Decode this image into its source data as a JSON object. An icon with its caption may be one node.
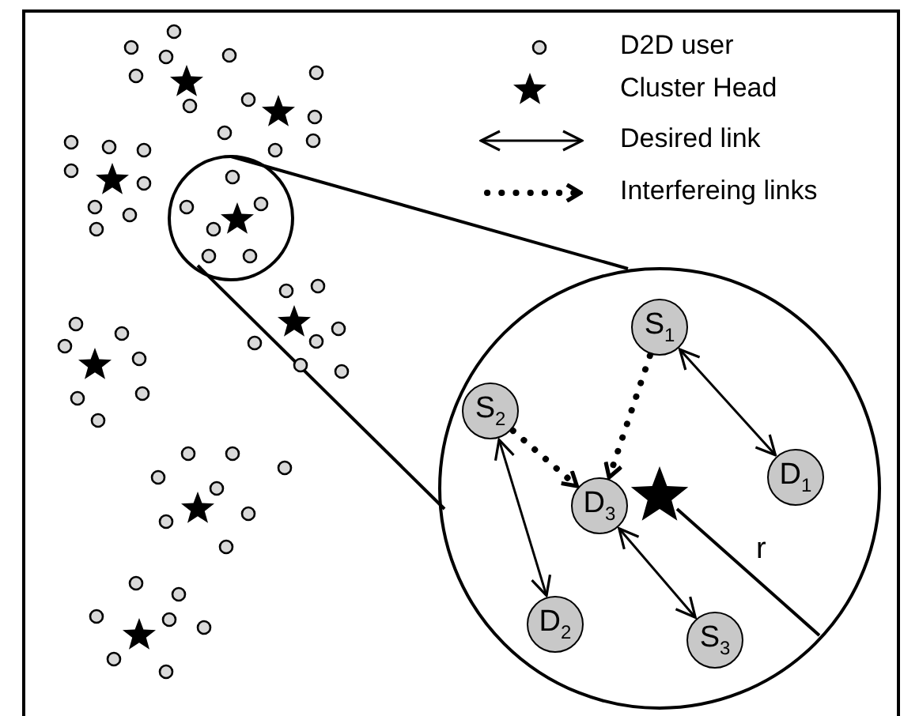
{
  "diagram": {
    "nodes": [
      {
        "text": [],
        "shape": "circle"
      },
      {
        "text": [
          "S$_{1}$"
        ],
        "in": 0
      },
      {
        "text": [
          "S$_{2}$"
        ],
        "in": 0
      },
      {
        "text": [
          "D$_{3}$"
        ],
        "in": 0
      },
      {
        "text": [
          "D$_{1}$"
        ],
        "in": 0
      },
      {
        "text": [
          "D$_{2}$"
        ],
        "in": 0
      },
      {
        "text": [
          "S$_{3}$"
        ],
        "in": 0
      }
    ],
    "edges": [
      {
        "from": 1,
        "to": 4,
        "arrow": "both"
      },
      {
        "from": 2,
        "to": 5,
        "arrow": "both"
      },
      {
        "from": 3,
        "to": 6,
        "arrow": "both"
      },
      {
        "from": 2,
        "to": 3,
        "arrow": "to",
        "style": "dashed"
      },
      {
        "from": 1,
        "to": 3,
        "arrow": "to",
        "style": "dashed"
      }
    ],
    "labels": [
      "r"
    ],
    "legend": [
      {
        "text": "D2D user"
      },
      {
        "text": "Cluster Head"
      },
      {
        "text": "Desired link"
      },
      {
        "text": "Interfereing links"
      }
    ]
  }
}
